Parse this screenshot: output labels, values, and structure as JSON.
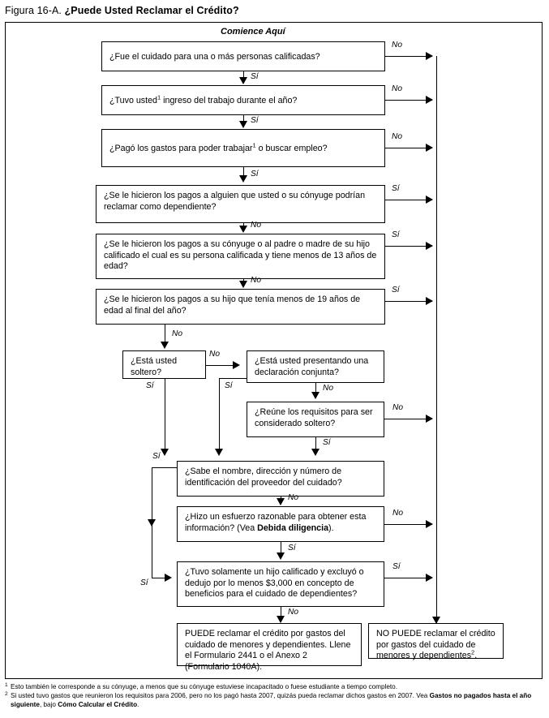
{
  "title": {
    "prefix": "Figura 16-A. ",
    "main": "¿Puede Usted Reclamar el Crédito?"
  },
  "start_label": "Comience Aquí",
  "labels": {
    "si": "Sí",
    "no": "No"
  },
  "nodes": {
    "q1": "¿Fue el cuidado para una o más personas calificadas?",
    "q2_a": "¿Tuvo usted",
    "q2_sup": "1",
    "q2_b": " ingreso del trabajo durante el año?",
    "q3_a": "¿Pagó los gastos para poder trabajar",
    "q3_sup": "1",
    "q3_b": " o buscar empleo?",
    "q4": "¿Se le hicieron los pagos a alguien que usted o su cónyuge podrían reclamar como dependiente?",
    "q5": "¿Se le hicieron los pagos a su cónyuge o al padre o madre de su hijo calificado el cual es su persona calificada y tiene menos de 13 años de edad?",
    "q6": "¿Se le hicieron los pagos a su hijo que tenía menos de 19 años de edad al final del año?",
    "q7": "¿Está usted soltero?",
    "q8": "¿Está usted presentando una declaración conjunta?",
    "q9": "¿Reúne los requisitos para ser considerado soltero?",
    "q10": "¿Sabe el nombre, dirección y número de identificación del proveedor del cuidado?",
    "q11_a": "¿Hizo un esfuerzo razonable para obtener esta información? (Vea ",
    "q11_bold": "Debida diligencia",
    "q11_b": ").",
    "q12": "¿Tuvo solamente un hijo calificado y excluyó o dedujo por lo menos $3,000 en concepto de beneficios para el cuidado de dependientes?",
    "result_yes": "PUEDE reclamar el crédito por gastos del cuidado de menores y dependientes. Llene el Formulario 2441 o el Anexo 2 (Formulario 1040A).",
    "result_no_a": "NO PUEDE reclamar el crédito por gastos del cuidado de menores y dependientes",
    "result_no_sup": "2",
    "result_no_b": "."
  },
  "footnotes": {
    "fn1_mark": "1",
    "fn1": "Esto también le corresponde a su cónyuge, a menos que su cónyuge estuviese incapacitado o fuese estudiante a tiempo completo.",
    "fn2_mark": "2",
    "fn2_a": "Si usted tuvo gastos que reunieron los requisitos para 2006, pero no los pagó hasta 2007, quizás pueda reclamar dichos gastos en 2007. Vea ",
    "fn2_bold1": "Gastos no pagados hasta el año siguiente",
    "fn2_mid": ", bajo ",
    "fn2_bold2": "Cómo Calcular el Crédito",
    "fn2_end": "."
  },
  "colors": {
    "ink": "#000000",
    "paper": "#ffffff"
  }
}
